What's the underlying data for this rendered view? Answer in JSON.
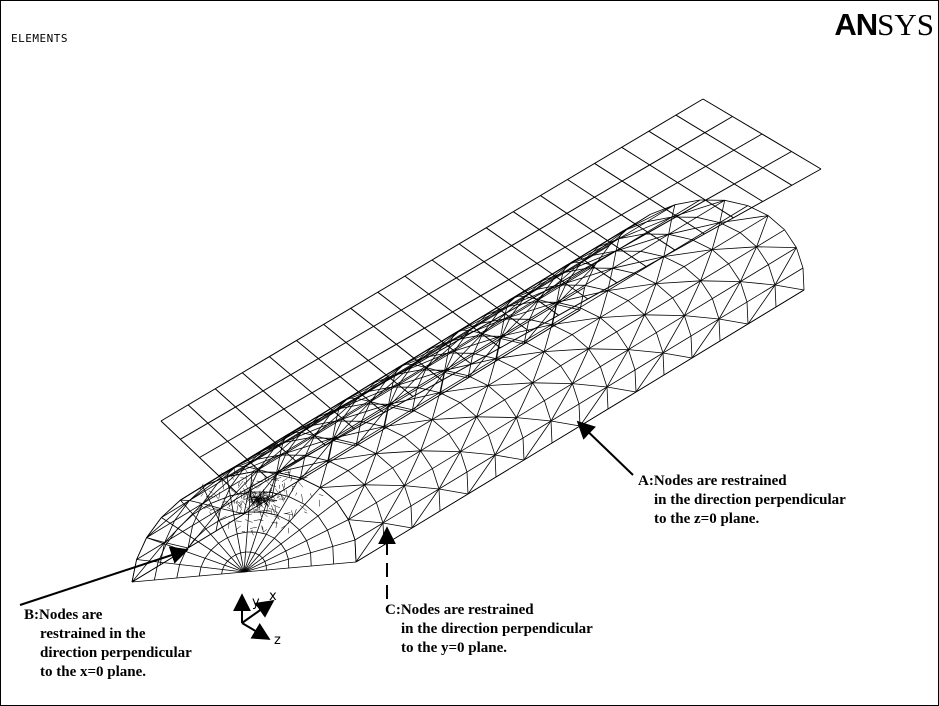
{
  "view": {
    "label": "ELEMENTS"
  },
  "logo": {
    "text_bold": "AN",
    "text_thin": "SYS"
  },
  "axes": {
    "x": "x",
    "y": "y",
    "z": "z"
  },
  "annotations": {
    "a": {
      "line1": "A:Nodes are restrained",
      "line2": "in the direction perpendicular",
      "line3": "to the z=0 plane."
    },
    "b": {
      "line1": "B:Nodes are",
      "line2": "restrained in the",
      "line3": "direction perpendicular",
      "line4": "to the x=0 plane."
    },
    "c": {
      "line1": "C:Nodes are restrained",
      "line2": "in the direction perpendicular",
      "line3": "to the y=0 plane."
    }
  },
  "colors": {
    "line": "#000000",
    "background": "#ffffff"
  }
}
